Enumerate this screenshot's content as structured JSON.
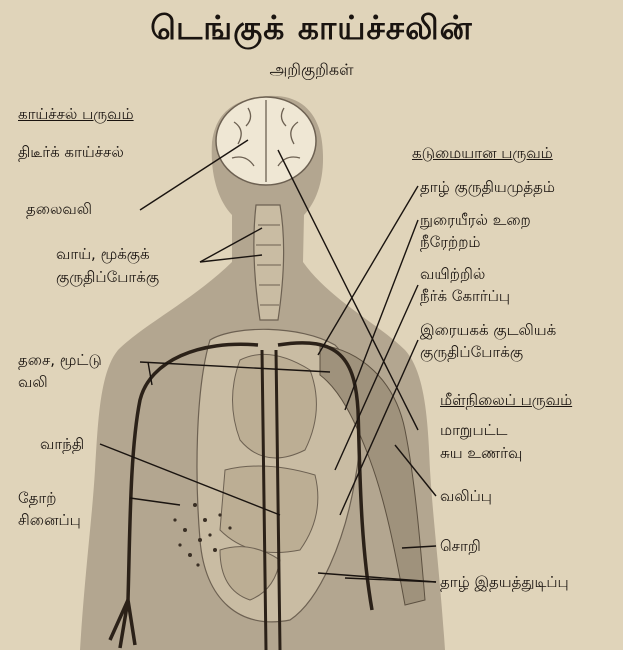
{
  "title": "டெங்குக் காய்ச்சலின்",
  "subtitle": "அறிகுறிகள்",
  "phases": {
    "fever": "காய்ச்சல் பருவம்",
    "critical": "கடுமையான பருவம்",
    "recovery": "மீள்நிலைப் பருவம்"
  },
  "labels": {
    "sudden_fever": "திடீர்க் காய்ச்சல்",
    "headache": "தலைவலி",
    "mouth_nose_bleed_1": "வாய், மூக்குக்",
    "mouth_nose_bleed_2": "குருதிப்போக்கு",
    "muscle_joint_pain_1": "தசை, மூட்டு",
    "muscle_joint_pain_2": "வலி",
    "vomiting": "வாந்தி",
    "skin_rash_1": "தோற்",
    "skin_rash_2": "சினைப்பு",
    "low_blood_pressure": "தாழ் குருதியமுத்தம்",
    "pleural_effusion_1": "நுரையீரல் உறை",
    "pleural_effusion_2": "நீரேற்றம்",
    "ascites_1": "வயிற்றில்",
    "ascites_2": "நீர்க் கோர்ப்பு",
    "gi_bleeding_1": "இரையகக் குடலியக்",
    "gi_bleeding_2": "குருதிப்போக்கு",
    "altered_consciousness_1": "மாறுபட்ட",
    "altered_consciousness_2": "சுய உணர்வு",
    "seizures": "வலிப்பு",
    "itching": "சொறி",
    "low_heart_rate": "தாழ் இதயத்துடிப்பு"
  },
  "colors": {
    "background": "#e0d4ba",
    "silhouette": "#b3a690",
    "ink": "#1a1410"
  }
}
